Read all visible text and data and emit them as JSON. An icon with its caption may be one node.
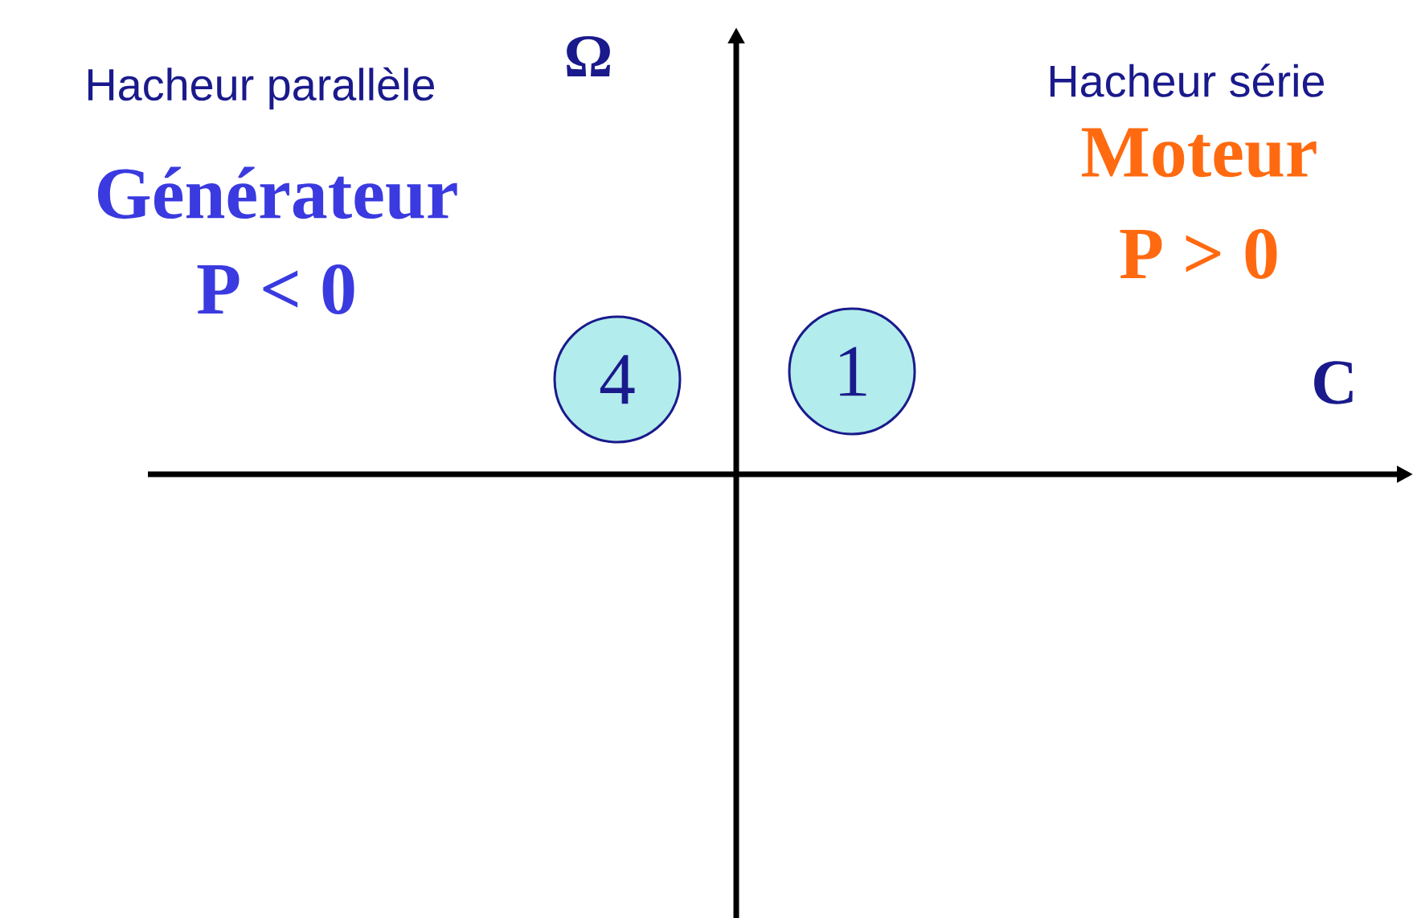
{
  "diagram": {
    "nodes": [
      {
        "text": [
          "4"
        ]
      },
      {
        "text": [
          "1"
        ]
      }
    ],
    "labels": [
      "Hacheur parallèle",
      "Ω",
      "Hacheur série",
      "Moteur",
      "Générateur",
      "P > 0",
      "P < 0",
      "C"
    ]
  }
}
